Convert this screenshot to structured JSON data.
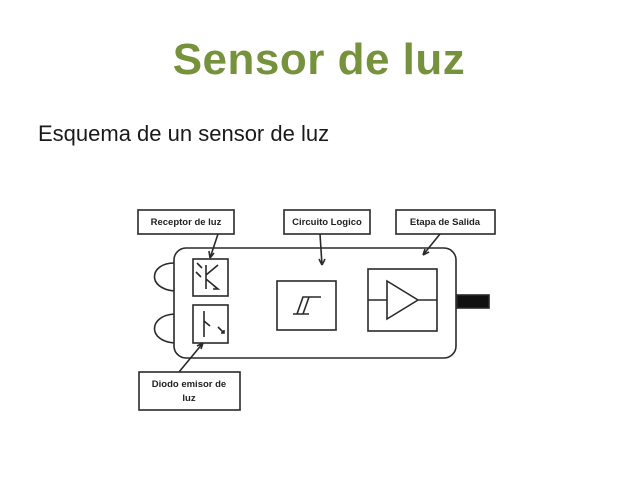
{
  "slide": {
    "title": "Sensor de luz",
    "subtitle": "Esquema de un sensor de luz"
  },
  "diagram": {
    "labels": {
      "receptor": "Receptor de luz",
      "circuito": "Circuito Logico",
      "etapa": "Etapa de Salida",
      "diodo_line1": "Diodo emisor de",
      "diodo_line2": "luz"
    }
  },
  "colors": {
    "title": "#76923c",
    "line": "#2a2a2a"
  }
}
